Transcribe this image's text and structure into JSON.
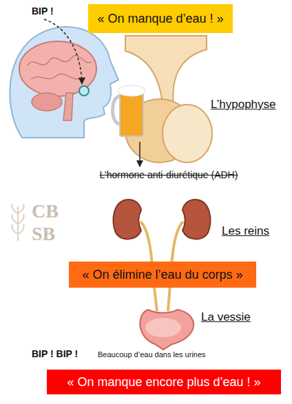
{
  "diagram": {
    "nodes": [
      {
        "text": [
          "« On manque d’eau ! »"
        ]
      },
      {
        "text": [
          "« On élimine l’eau du corps »"
        ]
      },
      {
        "text": [
          "« On manque encore plus d’eau ! »"
        ]
      }
    ],
    "labels": [
      "BIP !",
      "L’hypophyse",
      "L’hormone anti-diurétique (ADH)",
      "CB",
      "SB",
      "Les reins",
      "La vessie",
      "BIP ! BIP !",
      "Beaucoup d’eau dans les urines"
    ]
  }
}
